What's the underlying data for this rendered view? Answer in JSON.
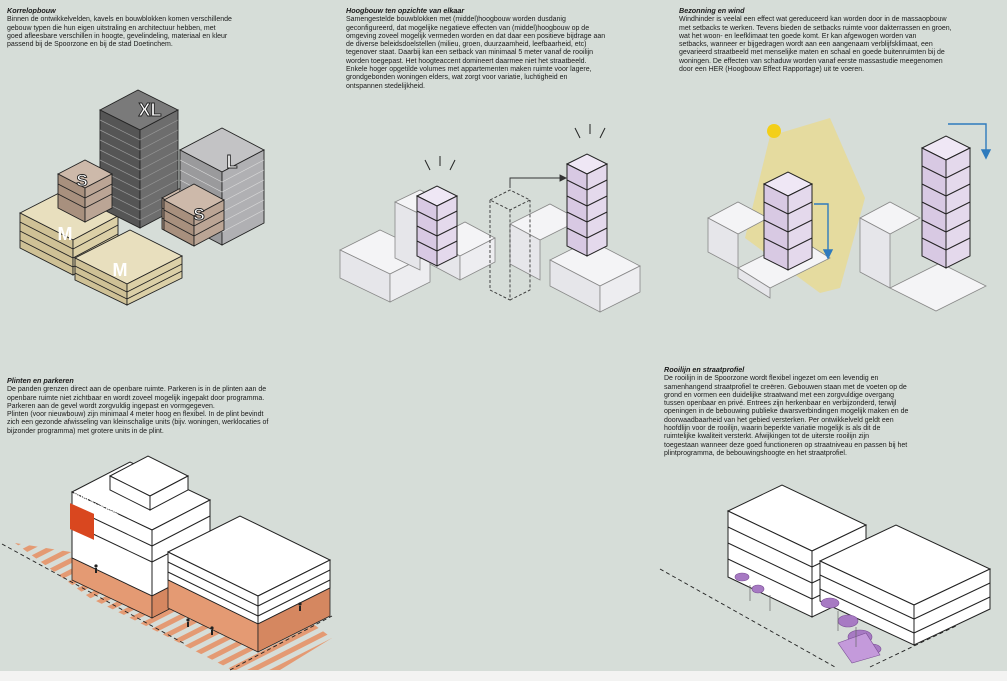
{
  "sections": {
    "korrel": {
      "title": "Korrelopbouw",
      "body": "Binnen de ontwikkelvelden, kavels en bouwblokken komen verschillende\ngebouw typen die hun eigen uitstraling en architectuur hebben, met\ngoed afleesbare verschillen in hoogte, gevelindeling, materiaal en kleur\npassend bij de Spoorzone en bij de stad Doetinchem.",
      "labels": {
        "xl": "XL",
        "l": "L",
        "s1": "S",
        "s2": "S",
        "m1": "M",
        "m2": "M"
      }
    },
    "hoogbouw": {
      "title": "Hoogbouw ten opzichte van elkaar",
      "body": "Samengestelde bouwblokken met (middel)hoogbouw worden dusdanig\ngeconfigureerd, dat mogelijke negatieve effecten van (middel)hoogbouw op de\nomgeving zoveel mogelijk vermeden worden en dat daar een positieve bijdrage aan\nde diverse beleidsdoelstellen (milieu, groen, duurzaamheid, leefbaarheid, etc)\ntegenover staat. Daarbij kan een setback van minimaal 5 meter vanaf de rooilijn\nworden toegepast. Het hoogteaccent domineert daarmee niet het straatbeeld.\nEnkele hoger opgetilde volumes met appartementen maken ruimte voor lagere,\ngrondgebonden woningen elders, wat zorgt voor variatie, luchtigheid en\nontspannen stedelijkheid."
    },
    "bezonning": {
      "title": "Bezonning en wind",
      "body": "Windhinder is veelal een effect wat gereduceerd kan worden door in de massaopbouw\nmet setbacks te werken. Tevens bieden de setbacks ruimte voor dakterrassen en groen,\nwat het woon- en leefklimaat ten goede komt. Er kan afgewogen worden van\nsetbacks, wanneer er bijgedragen wordt aan een aangenaam verblijfsklimaat, een\ngevarieerd straatbeeld met menselijke maten en schaal en goede buitenruimten bij de\nwoningen. De effecten van schaduw worden vanaf eerste massastudie meegenomen\ndoor een HER (Hoogbouw Effect Rapportage) uit te voeren."
    },
    "plinten": {
      "title": "Plinten en parkeren",
      "body": "De panden grenzen direct aan de openbare ruimte. Parkeren is in de plinten aan de\nopenbare ruimte niet zichtbaar en wordt zoveel mogelijk ingepakt door programma.\nParkeren aan de gevel wordt zorgvuldig ingepast en vormgegeven.\nPlinten (voor nieuwbouw) zijn minimaal 4 meter hoog en flexibel. In de plint bevindt\nzich een gezonde afwisseling van kleinschalige units (bijv. woningen, werklocaties of\nbijzonder programma) met grotere units in de plint.",
      "sign": "PUBLIC SPACE"
    },
    "rooilijn": {
      "title": "Rooilijn en straatprofiel",
      "body": "De rooilijn in de Spoorzone wordt flexibel ingezet om een levendig en\nsamenhangend straatprofiel te creëren. Gebouwen staan met de voeten op de\ngrond en vormen een duidelijke straatwand met een zorgvuldige overgang\ntussen openbaar en privé. Entrees zijn herkenbaar en verbijzonderd, terwijl\nopeningen in de bebouwing publieke dwarsverbindingen mogelijk maken en de\ndoorwaadbaarheid van het gebied versterken. Per ontwikkelveld geldt een\nhoofdlijn voor de rooilijn, waarin beperkte variatie mogelijk is als dit de\nruimtelijke kwaliteit versterkt. Afwijkingen tot de uiterste rooilijn zijn\ntoegestaan wanneer deze goed functioneren op straatniveau en passen bij het\nplintprogramma, de bebouwingshoogte en het straatprofiel."
    }
  },
  "colors": {
    "background": "#d6ddd8",
    "xl": "#6d6d6d",
    "l": "#a9a9ab",
    "s": "#bba595",
    "m": "#dcd0a7",
    "highlight_lilac": "#e4d9ec",
    "sun_beam": "#e9da8c",
    "wind_arrow": "#2f7bbd",
    "plinth_orange": "#e49a73",
    "greenery_purple": "#a77ac3"
  }
}
